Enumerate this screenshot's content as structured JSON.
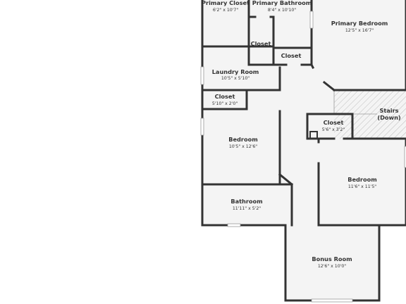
{
  "plan": {
    "colors": {
      "floor": "#f4f4f4",
      "wall": "#333333",
      "hatch": "#bbbbbb",
      "text": "#333333"
    },
    "rooms": [
      {
        "key": "primary-closet",
        "name": "Primary Closet",
        "dims": "6'2\" x 10'7\""
      },
      {
        "key": "primary-bathroom",
        "name": "Primary Bathroom",
        "dims": "8'4\" x 10'10\""
      },
      {
        "key": "primary-bedroom",
        "name": "Primary Bedroom",
        "dims": "12'5\" x 16'7\""
      },
      {
        "key": "bath-closet",
        "name": "Closet",
        "dims": ""
      },
      {
        "key": "hall-closet-top",
        "name": "Closet",
        "dims": ""
      },
      {
        "key": "laundry-room",
        "name": "Laundry Room",
        "dims": "10'5\" x 5'10\""
      },
      {
        "key": "bedroom-closet",
        "name": "Closet",
        "dims": "5'10\" x 2'0\""
      },
      {
        "key": "stairs",
        "name": "Stairs",
        "dims": "(Down)"
      },
      {
        "key": "hall-closet-mid",
        "name": "Closet",
        "dims": "5'6\" x 3'2\""
      },
      {
        "key": "bedroom-left",
        "name": "Bedroom",
        "dims": "10'5\" x 12'6\""
      },
      {
        "key": "bedroom-right",
        "name": "Bedroom",
        "dims": "11'6\" x 11'5\""
      },
      {
        "key": "bathroom",
        "name": "Bathroom",
        "dims": "11'11\" x 5'2\""
      },
      {
        "key": "bonus-room",
        "name": "Bonus Room",
        "dims": "12'6\" x 10'0\""
      }
    ]
  }
}
